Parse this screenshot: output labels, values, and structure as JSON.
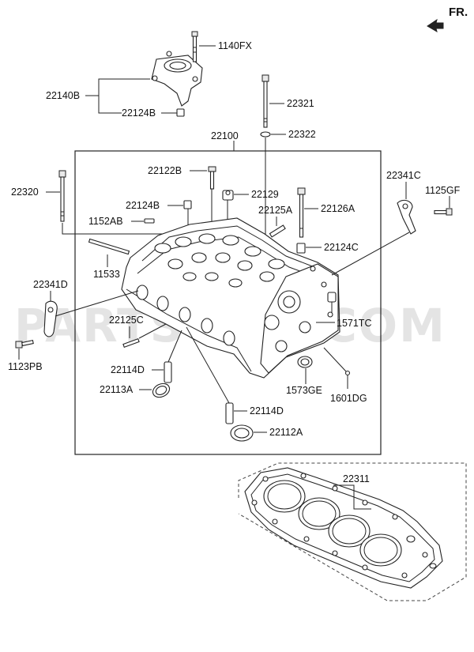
{
  "orientation": {
    "label": "FR.",
    "icon": "front-direction-arrow-icon"
  },
  "watermark": "PARTSOUQ.COM",
  "assembly_frame": {
    "label": "22100"
  },
  "part_labels": {
    "p1140FX": "1140FX",
    "p22140B": "22140B",
    "p22124B_top": "22124B",
    "p22321": "22321",
    "p22322": "22322",
    "p22100": "22100",
    "p22122B": "22122B",
    "p22129": "22129",
    "p22320": "22320",
    "p22124B_mid": "22124B",
    "p22125A": "22125A",
    "p22126A": "22126A",
    "p1152AB": "1152AB",
    "p22341C": "22341C",
    "p1125GF": "1125GF",
    "p22124C": "22124C",
    "p11533": "11533",
    "p22341D": "22341D",
    "p1571TC": "1571TC",
    "p22125C": "22125C",
    "p1123PB": "1123PB",
    "p22114D_a": "22114D",
    "p22113A": "22113A",
    "p1573GE": "1573GE",
    "p1601DG": "1601DG",
    "p22114D_b": "22114D",
    "p22112A": "22112A",
    "p22311": "22311"
  }
}
